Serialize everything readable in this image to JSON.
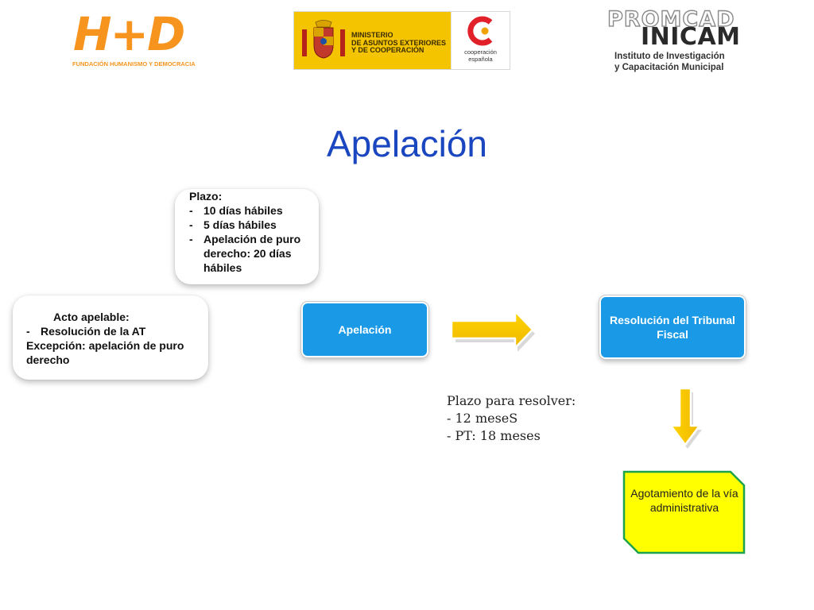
{
  "logos": {
    "hd": {
      "letters": "H+D",
      "subtitle": "FUNDACIÓN HUMANISMO Y DEMOCRACIA"
    },
    "ministerio": {
      "lines": [
        "MINISTERIO",
        "DE ASUNTOS EXTERIORES",
        "Y DE COOPERACIÓN"
      ]
    },
    "cooperacion": {
      "line1": "cooperación",
      "line2": "española"
    },
    "inicam": {
      "promcad": "PROMCAD",
      "name": "INICAM",
      "line1": "Instituto de Investigación",
      "line2": "y Capacitación Municipal"
    }
  },
  "title": "Apelación",
  "plazo_box": {
    "heading": "Plazo:",
    "items": [
      "10 días hábiles",
      "5 días hábiles",
      "Apelación de puro derecho: 20 días hábiles"
    ]
  },
  "acto_box": {
    "heading": "Acto apelable:",
    "item": "Resolución de la AT",
    "note": "Excepción: apelación de puro derecho"
  },
  "apelacion_box": {
    "label": "Apelación"
  },
  "resolucion_box": {
    "label": "Resolución del Tribunal Fiscal"
  },
  "resolver_text": {
    "heading": "Plazo para resolver:",
    "items": [
      "- 12 meseS",
      "- PT: 18 meses"
    ]
  },
  "final_box": {
    "label": "Agotamiento de la vía administrativa"
  },
  "colors": {
    "title": "#1a46c0",
    "blue_box": "#1a9ae6",
    "arrow": "#f5c400",
    "final_fill": "#ffff00",
    "final_border": "#1aa34a",
    "hd_orange": "#f7941d"
  }
}
